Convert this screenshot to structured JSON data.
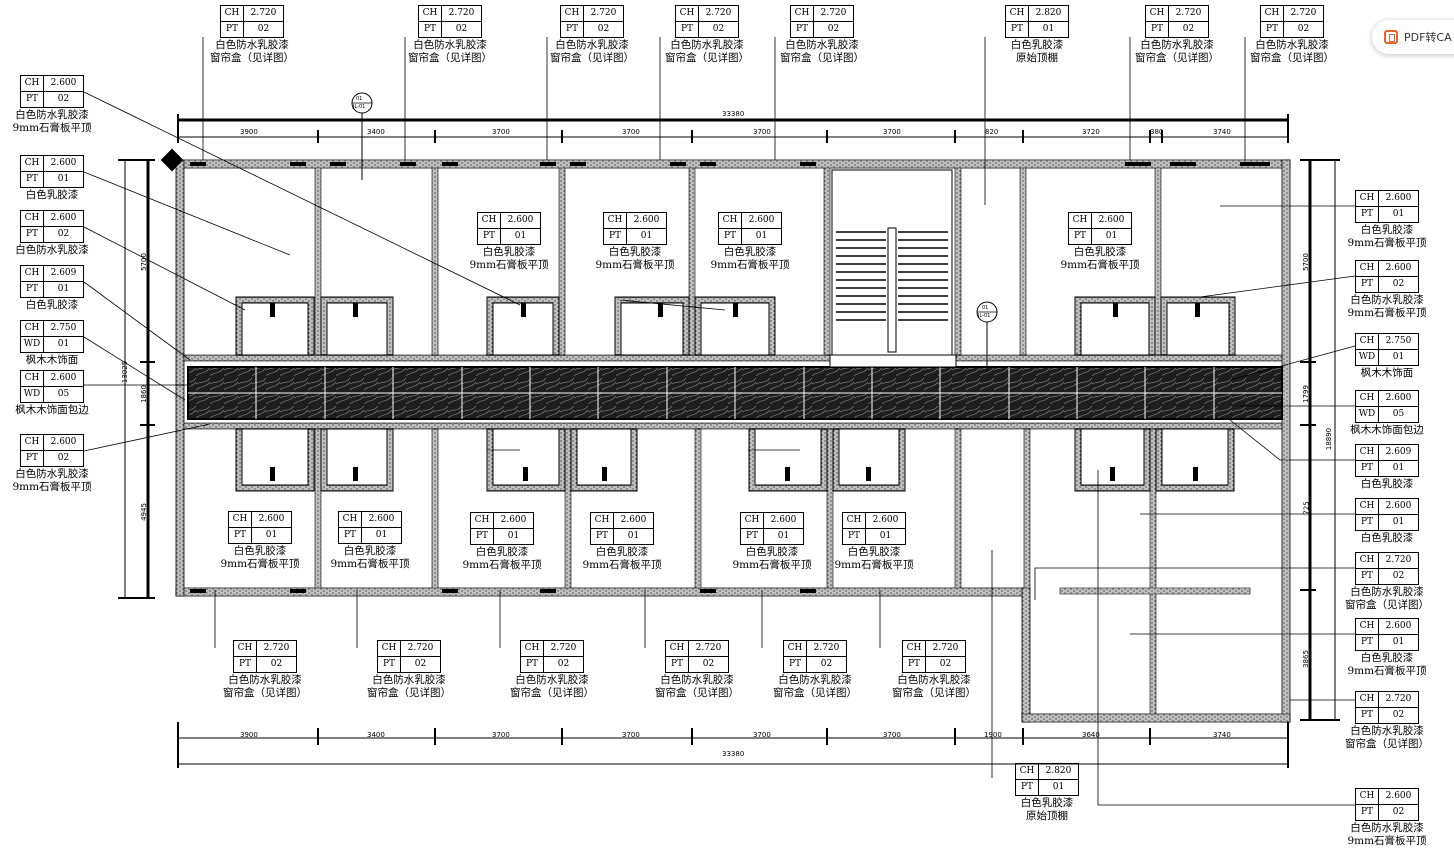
{
  "badge": {
    "label": "PDF转CA"
  },
  "dimensions": {
    "overall_top": "33380",
    "overall_bottom": "33380",
    "top_segments": [
      "3900",
      "3400",
      "3700",
      "3700",
      "3700",
      "3700",
      "820",
      "3720",
      "380",
      "3740"
    ],
    "bottom_segments": [
      "3900",
      "3400",
      "3700",
      "3700",
      "3700",
      "3700",
      "1900",
      "3640",
      "3740"
    ],
    "left_total": "13025",
    "left_top": "5700",
    "left_mid": "1860",
    "left_bot": "4945",
    "right_total": "18890",
    "right_top": "5700",
    "right_mid": "1799",
    "right_low": "725",
    "right_bot": "3865"
  },
  "section_marks": [
    {
      "num": "01",
      "sheet": "JL-01"
    },
    {
      "num": "01",
      "sheet": "JL-01"
    }
  ],
  "tags": [
    {
      "ch": "CH",
      "h": "2.720",
      "code": "PT",
      "num": "02",
      "lines": [
        "白色防水乳胶漆",
        "窗帘盒（见详图）"
      ]
    },
    {
      "ch": "CH",
      "h": "2.720",
      "code": "PT",
      "num": "02",
      "lines": [
        "白色防水乳胶漆",
        "窗帘盒（见详图）"
      ]
    },
    {
      "ch": "CH",
      "h": "2.720",
      "code": "PT",
      "num": "02",
      "lines": [
        "白色防水乳胶漆",
        "窗帘盒（见详图）"
      ]
    },
    {
      "ch": "CH",
      "h": "2.720",
      "code": "PT",
      "num": "02",
      "lines": [
        "白色防水乳胶漆",
        "窗帘盒（见详图）"
      ]
    },
    {
      "ch": "CH",
      "h": "2.720",
      "code": "PT",
      "num": "02",
      "lines": [
        "白色防水乳胶漆",
        "窗帘盒（见详图）"
      ]
    },
    {
      "ch": "CH",
      "h": "2.820",
      "code": "PT",
      "num": "01",
      "lines": [
        "白色乳胶漆",
        "原始顶棚"
      ]
    },
    {
      "ch": "CH",
      "h": "2.720",
      "code": "PT",
      "num": "02",
      "lines": [
        "白色防水乳胶漆",
        "窗帘盒（见详图）"
      ]
    },
    {
      "ch": "CH",
      "h": "2.720",
      "code": "PT",
      "num": "02",
      "lines": [
        "白色防水乳胶漆",
        "窗帘盒（见详图）"
      ]
    },
    {
      "ch": "CH",
      "h": "2.600",
      "code": "PT",
      "num": "02",
      "lines": [
        "白色防水乳胶漆",
        "9mm石膏板平顶"
      ]
    },
    {
      "ch": "CH",
      "h": "2.600",
      "code": "PT",
      "num": "01",
      "lines": [
        "白色乳胶漆"
      ]
    },
    {
      "ch": "CH",
      "h": "2.600",
      "code": "PT",
      "num": "02",
      "lines": [
        "白色防水乳胶漆"
      ]
    },
    {
      "ch": "CH",
      "h": "2.609",
      "code": "PT",
      "num": "01",
      "lines": [
        "白色乳胶漆"
      ]
    },
    {
      "ch": "CH",
      "h": "2.750",
      "code": "WD",
      "num": "01",
      "lines": [
        "枫木木饰面"
      ]
    },
    {
      "ch": "CH",
      "h": "2.600",
      "code": "WD",
      "num": "05",
      "lines": [
        "枫木木饰面包边"
      ]
    },
    {
      "ch": "CH",
      "h": "2.600",
      "code": "PT",
      "num": "02",
      "lines": [
        "白色防水乳胶漆",
        "9mm石膏板平顶"
      ]
    },
    {
      "ch": "CH",
      "h": "2.600",
      "code": "PT",
      "num": "01",
      "lines": [
        "白色乳胶漆",
        "9mm石膏板平顶"
      ]
    },
    {
      "ch": "CH",
      "h": "2.600",
      "code": "PT",
      "num": "02",
      "lines": [
        "白色防水乳胶漆",
        "9mm石膏板平顶"
      ]
    },
    {
      "ch": "CH",
      "h": "2.750",
      "code": "WD",
      "num": "01",
      "lines": [
        "枫木木饰面"
      ]
    },
    {
      "ch": "CH",
      "h": "2.600",
      "code": "WD",
      "num": "05",
      "lines": [
        "枫木木饰面包边"
      ]
    },
    {
      "ch": "CH",
      "h": "2.609",
      "code": "PT",
      "num": "01",
      "lines": [
        "白色乳胶漆"
      ]
    },
    {
      "ch": "CH",
      "h": "2.600",
      "code": "PT",
      "num": "01",
      "lines": [
        "白色乳胶漆"
      ]
    },
    {
      "ch": "CH",
      "h": "2.720",
      "code": "PT",
      "num": "02",
      "lines": [
        "白色防水乳胶漆",
        "窗帘盒（见详图）"
      ]
    },
    {
      "ch": "CH",
      "h": "2.600",
      "code": "PT",
      "num": "01",
      "lines": [
        "白色乳胶漆",
        "9mm石膏板平顶"
      ]
    },
    {
      "ch": "CH",
      "h": "2.720",
      "code": "PT",
      "num": "02",
      "lines": [
        "白色防水乳胶漆",
        "窗帘盒（见详图）"
      ]
    },
    {
      "ch": "CH",
      "h": "2.600",
      "code": "PT",
      "num": "02",
      "lines": [
        "白色防水乳胶漆",
        "9mm石膏板平顶"
      ]
    },
    {
      "ch": "CH",
      "h": "2.720",
      "code": "PT",
      "num": "02",
      "lines": [
        "白色防水乳胶漆",
        "窗帘盒（见详图）"
      ]
    },
    {
      "ch": "CH",
      "h": "2.720",
      "code": "PT",
      "num": "02",
      "lines": [
        "白色防水乳胶漆",
        "窗帘盒（见详图）"
      ]
    },
    {
      "ch": "CH",
      "h": "2.720",
      "code": "PT",
      "num": "02",
      "lines": [
        "白色防水乳胶漆",
        "窗帘盒（见详图）"
      ]
    },
    {
      "ch": "CH",
      "h": "2.720",
      "code": "PT",
      "num": "02",
      "lines": [
        "白色防水乳胶漆",
        "窗帘盒（见详图）"
      ]
    },
    {
      "ch": "CH",
      "h": "2.720",
      "code": "PT",
      "num": "02",
      "lines": [
        "白色防水乳胶漆",
        "窗帘盒（见详图）"
      ]
    },
    {
      "ch": "CH",
      "h": "2.720",
      "code": "PT",
      "num": "02",
      "lines": [
        "白色防水乳胶漆",
        "窗帘盒（见详图）"
      ]
    },
    {
      "ch": "CH",
      "h": "2.820",
      "code": "PT",
      "num": "01",
      "lines": [
        "白色乳胶漆",
        "原始顶棚"
      ]
    },
    {
      "ch": "CH",
      "h": "2.600",
      "code": "PT",
      "num": "01",
      "lines": [
        "白色乳胶漆",
        "9mm石膏板平顶"
      ]
    },
    {
      "ch": "CH",
      "h": "2.600",
      "code": "PT",
      "num": "01",
      "lines": [
        "白色乳胶漆",
        "9mm石膏板平顶"
      ]
    },
    {
      "ch": "CH",
      "h": "2.600",
      "code": "PT",
      "num": "01",
      "lines": [
        "白色乳胶漆",
        "9mm石膏板平顶"
      ]
    },
    {
      "ch": "CH",
      "h": "2.600",
      "code": "PT",
      "num": "01",
      "lines": [
        "白色乳胶漆",
        "9mm石膏板平顶"
      ]
    },
    {
      "ch": "CH",
      "h": "2.600",
      "code": "PT",
      "num": "01",
      "lines": [
        "白色乳胶漆",
        "9mm石膏板平顶"
      ]
    },
    {
      "ch": "CH",
      "h": "2.600",
      "code": "PT",
      "num": "01",
      "lines": [
        "白色乳胶漆",
        "9mm石膏板平顶"
      ]
    },
    {
      "ch": "CH",
      "h": "2.600",
      "code": "PT",
      "num": "01",
      "lines": [
        "白色乳胶漆",
        "9mm石膏板平顶"
      ]
    },
    {
      "ch": "CH",
      "h": "2.600",
      "code": "PT",
      "num": "01",
      "lines": [
        "白色乳胶漆",
        "9mm石膏板平顶"
      ]
    },
    {
      "ch": "CH",
      "h": "2.600",
      "code": "PT",
      "num": "01",
      "lines": [
        "白色乳胶漆",
        "9mm石膏板平顶"
      ]
    },
    {
      "ch": "CH",
      "h": "2.600",
      "code": "PT",
      "num": "01",
      "lines": [
        "白色乳胶漆",
        "9mm石膏板平顶"
      ]
    }
  ]
}
